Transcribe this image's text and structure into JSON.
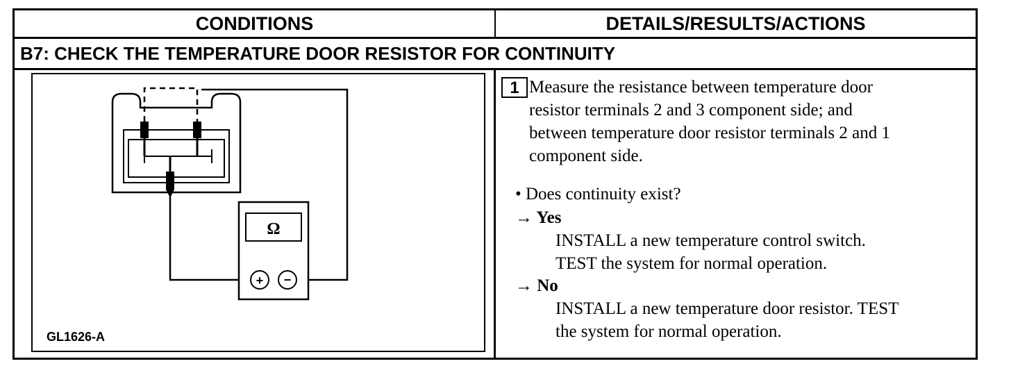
{
  "header": {
    "conditions": "CONDITIONS",
    "details": "DETAILS/RESULTS/ACTIONS"
  },
  "step": {
    "title": "B7: CHECK THE TEMPERATURE DOOR RESISTOR FOR CONTINUITY"
  },
  "figure": {
    "ohm_symbol": "Ω",
    "plus_symbol": "+",
    "minus_symbol": "−",
    "figure_id": "GL1626-A"
  },
  "details": {
    "step_number": "1",
    "instruction_lines": [
      "Measure the resistance between temperature door",
      "resistor terminals 2 and 3 component side; and",
      "between temperature door resistor terminals 2 and 1",
      "component side."
    ],
    "question": "• Does continuity exist?",
    "yes_label": "→ Yes",
    "yes_action_lines": [
      "INSTALL a new temperature control switch.",
      "TEST the system for normal operation."
    ],
    "no_label": "→ No",
    "no_action_lines": [
      "INSTALL a new temperature door resistor. TEST",
      "the system for normal operation."
    ]
  }
}
